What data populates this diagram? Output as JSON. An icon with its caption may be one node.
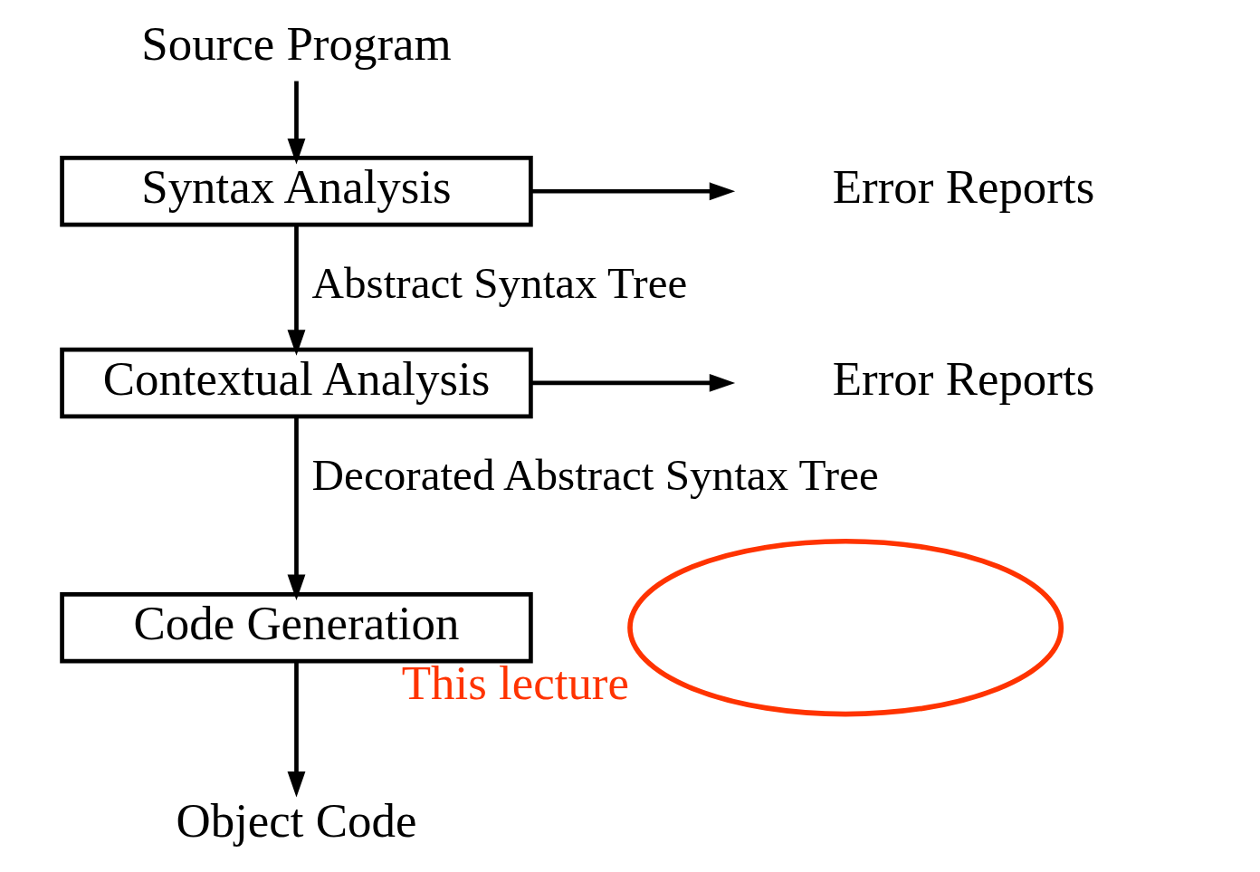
{
  "diagram": {
    "nodes": [
      {
        "text": [
          "Source Program"
        ]
      },
      {
        "text": [
          "Syntax Analysis"
        ]
      },
      {
        "text": [
          "Error Reports"
        ]
      },
      {
        "text": [
          "Contextual Analysis"
        ]
      },
      {
        "text": [
          "Error Reports"
        ]
      },
      {
        "text": [
          "Code Generation"
        ]
      },
      {
        "text": [
          "Object Code"
        ]
      },
      {
        "text": [],
        "shape": "ellipse",
        "beside": [
          "This lecture"
        ]
      }
    ],
    "edges": [
      {
        "from": 0,
        "to": 1,
        "arrow": "to"
      },
      {
        "from": 1,
        "to": 2,
        "arrow": "to"
      },
      {
        "from": 1,
        "to": 3,
        "arrow": "to",
        "label": "Abstract Syntax Tree"
      },
      {
        "from": 3,
        "to": 4,
        "arrow": "to"
      },
      {
        "from": 3,
        "to": 5,
        "arrow": "to",
        "label": "Decorated Abstract Syntax Tree"
      },
      {
        "from": 5,
        "to": 6,
        "arrow": "to"
      }
    ]
  }
}
